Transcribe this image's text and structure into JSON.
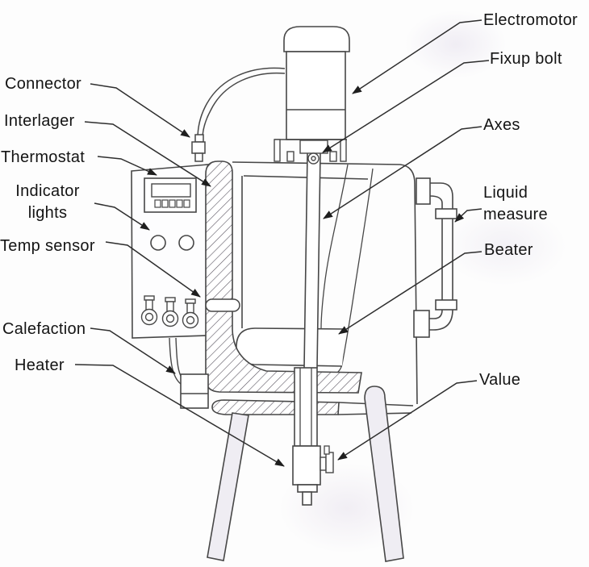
{
  "diagram": {
    "kind": "labeled technical line drawing",
    "labels": {
      "electromotor": "Electromotor",
      "fixup_bolt": "Fixup bolt",
      "axes": "Axes",
      "liquid_measure": "Liquid measure",
      "beater": "Beater",
      "value": "Value",
      "connector": "Connector",
      "interlager": "Interlager",
      "thermostat": "Thermostat",
      "indicator_lights": "Indicator lights",
      "temp_sensor": "Temp sensor",
      "calefaction": "Calefaction",
      "heater": "Heater"
    },
    "colors": {
      "ink": "#474747",
      "text": "#141414",
      "background": "#fdfdfd",
      "shade": "#efedf3"
    }
  }
}
